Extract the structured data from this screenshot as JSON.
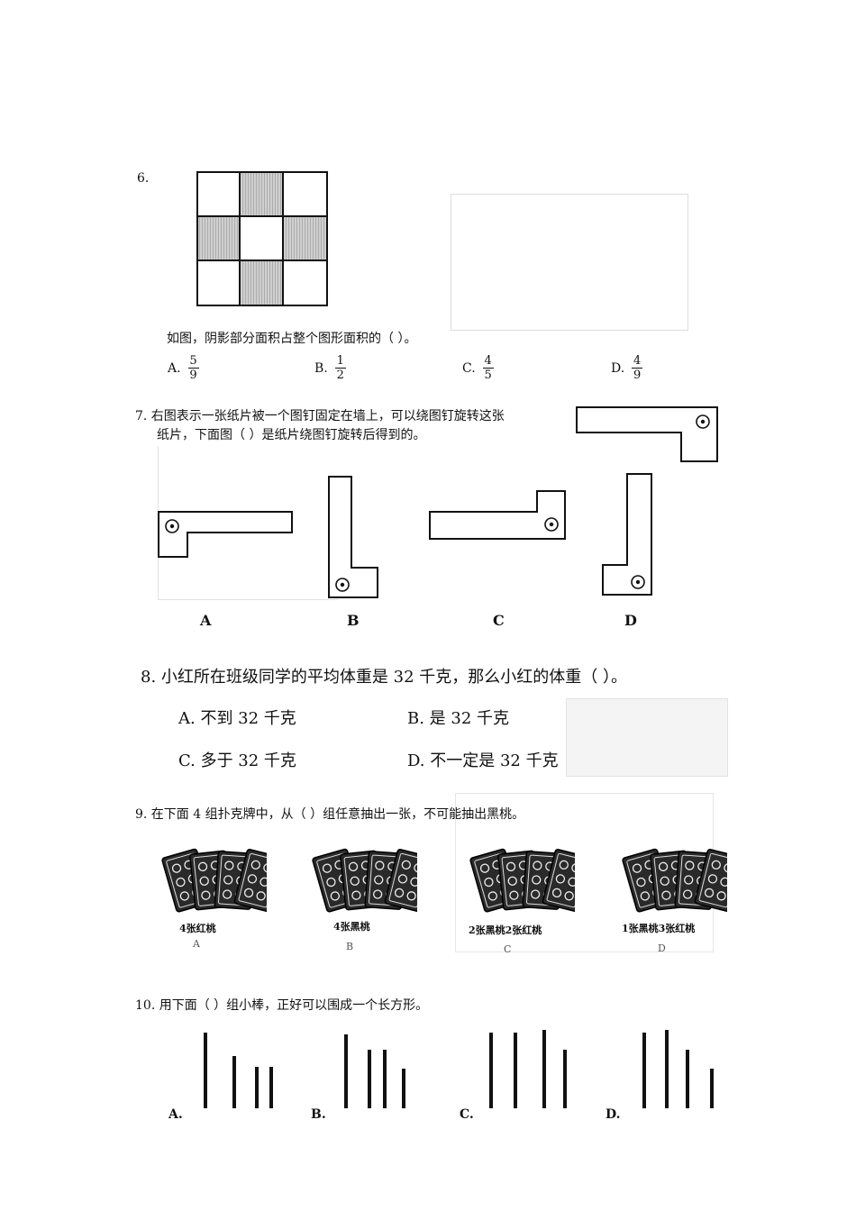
{
  "q6": {
    "number": "6.",
    "text": "如图，阴影部分面积占整个图形面积的（    ）。",
    "options": [
      {
        "label": "A.",
        "num": "5",
        "den": "9"
      },
      {
        "label": "B.",
        "num": "1",
        "den": "2"
      },
      {
        "label": "C.",
        "num": "4",
        "den": "5"
      },
      {
        "label": "D.",
        "num": "4",
        "den": "9"
      }
    ]
  },
  "q7": {
    "line1": "7. 右图表示一张纸片被一个图钉固定在墙上，可以绕图钉旋转这张",
    "line2": "纸片，下面图（    ）是纸片绕图钉旋转后得到的。",
    "labels": [
      "A",
      "B",
      "C",
      "D"
    ]
  },
  "q8": {
    "text": "8. 小红所在班级同学的平均体重是 32 千克，那么小红的体重（    ）。",
    "options": [
      "A. 不到 32 千克",
      "B. 是 32 千克",
      "C. 多于 32 千克",
      "D. 不一定是 32 千克"
    ]
  },
  "q9": {
    "text": "9. 在下面 4 组扑克牌中，从（    ）组任意抽出一张，不可能抽出黑桃。",
    "groups": [
      {
        "caption": "4张红桃",
        "letter": "A"
      },
      {
        "caption": "4张黑桃",
        "letter": "B"
      },
      {
        "caption": "2张黑桃2张红桃",
        "letter": "C"
      },
      {
        "caption": "1张黑桃3张红桃",
        "letter": "D"
      }
    ]
  },
  "q10": {
    "text": "10. 用下面（    ）组小棒，正好可以围成一个长方形。",
    "labels": [
      "A.",
      "B.",
      "C.",
      "D."
    ]
  }
}
